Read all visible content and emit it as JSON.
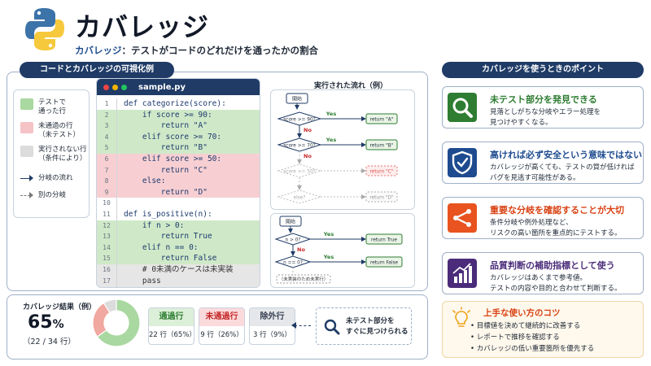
{
  "header": {
    "title": "カバレッジ",
    "subtitle_keyword": "カバレッジ",
    "subtitle_rest": "：テストがコードのどれだけを通ったかの割合"
  },
  "left_panel": {
    "title": "コードとカバレッジの可視化例"
  },
  "legend": [
    {
      "label": "テストで\n通った行",
      "color": "#a9d8a0"
    },
    {
      "label": "未通過の行\n（未テスト）",
      "color": "#f5c3c6"
    },
    {
      "label": "実行されない行\n（条件により）",
      "color": "#dcdcdc"
    },
    {
      "label": "分岐の流れ",
      "icon": "arrow-right-icon"
    },
    {
      "label": "別の分岐",
      "icon": "dashed-arrow-right-icon"
    }
  ],
  "code": {
    "filename": "sample.py",
    "lines": [
      {
        "n": "1",
        "t": "def categorize(score):",
        "s": "none"
      },
      {
        "n": "2",
        "t": "    if score >= 90:",
        "s": "hit"
      },
      {
        "n": "3",
        "t": "        return \"A\"",
        "s": "hit"
      },
      {
        "n": "4",
        "t": "    elif score >= 70:",
        "s": "hit"
      },
      {
        "n": "5",
        "t": "        return \"B\"",
        "s": "hit"
      },
      {
        "n": "6",
        "t": "    elif score >= 50:",
        "s": "miss"
      },
      {
        "n": "7",
        "t": "        return \"C\"",
        "s": "miss"
      },
      {
        "n": "8",
        "t": "    else:",
        "s": "miss"
      },
      {
        "n": "9",
        "t": "        return \"D\"",
        "s": "miss"
      },
      {
        "n": "10",
        "t": "",
        "s": "none"
      },
      {
        "n": "11",
        "t": "def is_positive(n):",
        "s": "none"
      },
      {
        "n": "12",
        "t": "    if n > 0:",
        "s": "hit"
      },
      {
        "n": "13",
        "t": "        return True",
        "s": "hit"
      },
      {
        "n": "14",
        "t": "    elif n == 0:",
        "s": "hit"
      },
      {
        "n": "15",
        "t": "        return False",
        "s": "hit"
      },
      {
        "n": "16",
        "t": "    # 0未満のケースは未実装",
        "s": "gray"
      },
      {
        "n": "17",
        "t": "    pass",
        "s": "gray"
      }
    ]
  },
  "flow": {
    "title": "実行された流れ（例）",
    "start": "開始",
    "yes": "Yes",
    "no": "No",
    "d1": [
      "score >= 90?",
      "score >= 70?",
      "score >= 50?",
      "else?"
    ],
    "r1": [
      "return \"A\"",
      "return \"B\"",
      "return \"C\"",
      "return \"D\""
    ],
    "d2": [
      "n > 0?",
      "n == 0?"
    ],
    "r2": [
      "return True",
      "return False"
    ],
    "unimpl": "（未実装のため未実行）"
  },
  "coverage": {
    "label": "カバレッジ結果（例）",
    "percent": "65",
    "unit": "%",
    "detail": "（22 / 34 行）",
    "fractions": [
      0.65,
      0.26,
      0.09
    ],
    "colors": [
      "#a9d8a0",
      "#f0a8a0",
      "#dcdcdc"
    ],
    "stats": [
      {
        "head": "通過行",
        "value": "22 行（65%）",
        "bg": "#dcefd8",
        "fg": "#2e7d32"
      },
      {
        "head": "未通過行",
        "value": "9 行（26%）",
        "bg": "#fbdadc",
        "fg": "#c62828"
      },
      {
        "head": "除外行",
        "value": "3 行（9%）",
        "bg": "#e5e7eb",
        "fg": "#374151"
      }
    ],
    "callout": "未テスト部分を\nすぐに見つけられる"
  },
  "right_panel": {
    "title": "カバレッジを使うときのポイント"
  },
  "tips": [
    {
      "title": "未テスト部分を発見できる",
      "body": "見落としがちな分岐やエラー処理を\n見つけやすくなる。",
      "color": "#2e7d32",
      "bg": "#2e7d32",
      "icon": "magnifier-icon"
    },
    {
      "title": "高ければ必ず安全という意味ではない",
      "body": "カバレッジが高くても、テストの質が低ければ\nバグを見逃す可能性がある。",
      "color": "#1e4b8f",
      "bg": "#1e4b8f",
      "icon": "shield-icon"
    },
    {
      "title": "重要な分岐を確認することが大切",
      "body": "条件分岐や例外処理など、\nリスクの高い箇所を重点的にテストする。",
      "color": "#d84315",
      "bg": "#e8531f",
      "icon": "branch-icon"
    },
    {
      "title": "品質判断の補助指標として使う",
      "body": "カバレッジはあくまで参考値。\nテストの内容や目的と合わせて判断する。",
      "color": "#4a2c7a",
      "bg": "#4a2c7a",
      "icon": "chart-icon"
    }
  ],
  "best": {
    "title": "上手な使い方のコツ",
    "items": [
      "目標値を決めて継続的に改善する",
      "レポートで推移を確認する",
      "カバレッジの低い重要箇所を優先する"
    ]
  }
}
